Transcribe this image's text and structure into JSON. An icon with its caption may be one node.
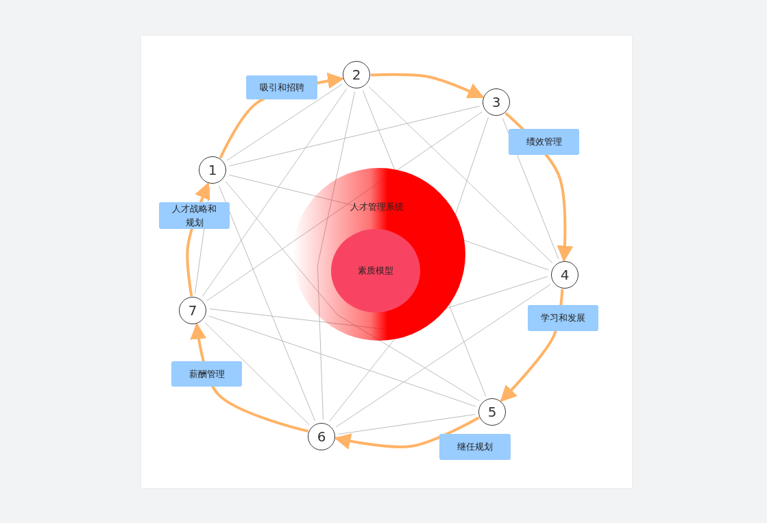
{
  "diagram": {
    "nodes": [
      {
        "text": [
          "人才管理系统"
        ]
      },
      {
        "text": [
          "素质模型"
        ],
        "in": 0
      },
      {
        "text": [
          "1"
        ]
      },
      {
        "text": [
          "2"
        ]
      },
      {
        "text": [
          "3"
        ]
      },
      {
        "text": [
          "4"
        ]
      },
      {
        "text": [
          "5"
        ]
      },
      {
        "text": [
          "6"
        ]
      },
      {
        "text": [
          "7"
        ]
      }
    ],
    "edges": [
      {
        "from": 2,
        "to": 3,
        "arrow": "to",
        "label": "吸引和招聘",
        "style": "thick",
        "color": "#ffb366"
      },
      {
        "from": 3,
        "to": 4,
        "arrow": "to",
        "style": "thick",
        "color": "#ffb366"
      },
      {
        "from": 4,
        "to": 5,
        "arrow": "to",
        "label": "绩效管理",
        "style": "thick",
        "color": "#ffb366"
      },
      {
        "from": 5,
        "to": 6,
        "arrow": "to",
        "label": "学习和发展",
        "style": "thick",
        "color": "#ffb366"
      },
      {
        "from": 6,
        "to": 7,
        "arrow": "to",
        "label": "继任规划",
        "style": "thick",
        "color": "#ffb366"
      },
      {
        "from": 7,
        "to": 8,
        "arrow": "to",
        "label": "薪酬管理",
        "style": "thick",
        "color": "#ffb366"
      },
      {
        "from": 8,
        "to": 2,
        "arrow": "to",
        "label": "人才战略和规划",
        "style": "thick",
        "color": "#ffb366"
      },
      {
        "from": 2,
        "to": 3,
        "arrow": "none"
      },
      {
        "from": 2,
        "to": 4,
        "arrow": "none"
      },
      {
        "from": 2,
        "to": 5,
        "arrow": "none"
      },
      {
        "from": 2,
        "to": 6,
        "arrow": "none"
      },
      {
        "from": 2,
        "to": 7,
        "arrow": "none"
      },
      {
        "from": 2,
        "to": 8,
        "arrow": "none"
      },
      {
        "from": 3,
        "to": 5,
        "arrow": "none"
      },
      {
        "from": 3,
        "to": 6,
        "arrow": "none"
      },
      {
        "from": 3,
        "to": 7,
        "arrow": "none"
      },
      {
        "from": 3,
        "to": 8,
        "arrow": "none"
      },
      {
        "from": 4,
        "to": 5,
        "arrow": "none"
      },
      {
        "from": 4,
        "to": 7,
        "arrow": "none"
      },
      {
        "from": 4,
        "to": 8,
        "arrow": "none"
      },
      {
        "from": 5,
        "to": 7,
        "arrow": "none"
      },
      {
        "from": 5,
        "to": 8,
        "arrow": "none"
      },
      {
        "from": 6,
        "to": 7,
        "arrow": "none"
      },
      {
        "from": 6,
        "to": 8,
        "arrow": "none"
      },
      {
        "from": 7,
        "to": 8,
        "arrow": "none"
      }
    ]
  }
}
